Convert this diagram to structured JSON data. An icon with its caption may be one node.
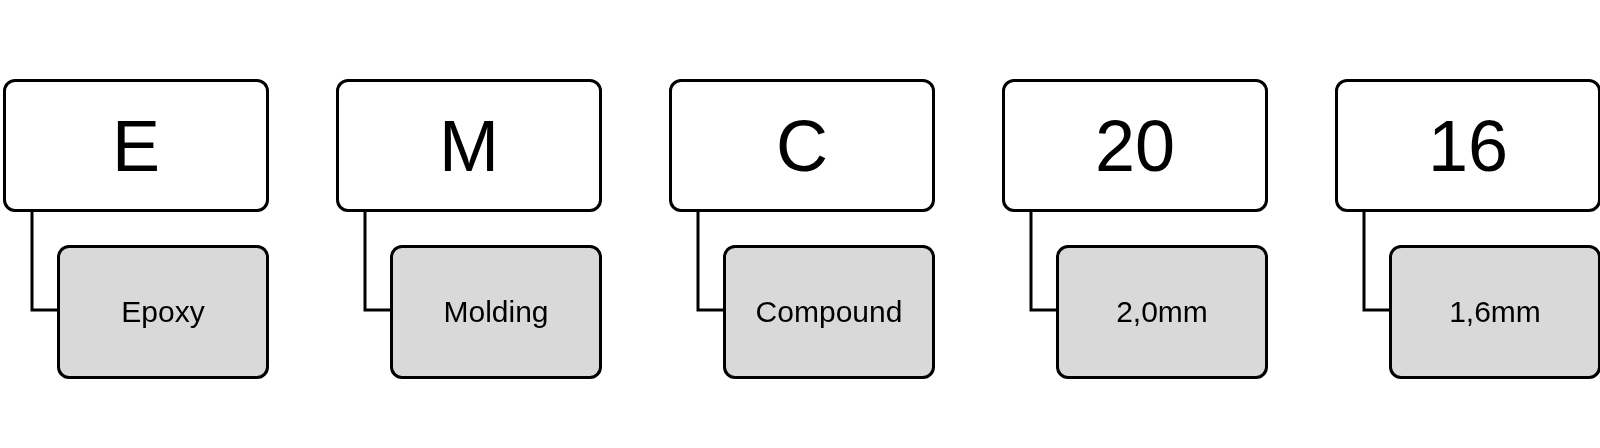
{
  "diagram": {
    "nodes": [
      {
        "text": [
          "E"
        ]
      },
      {
        "text": [
          "Epoxy"
        ]
      },
      {
        "text": [
          "M"
        ]
      },
      {
        "text": [
          "Molding"
        ]
      },
      {
        "text": [
          "C"
        ]
      },
      {
        "text": [
          "Compound"
        ]
      },
      {
        "text": [
          "20"
        ]
      },
      {
        "text": [
          "2,0mm"
        ]
      },
      {
        "text": [
          "16"
        ]
      },
      {
        "text": [
          "1,6mm"
        ]
      }
    ],
    "edges": [
      {
        "from": 0,
        "to": 1,
        "arrow": "none"
      },
      {
        "from": 2,
        "to": 3,
        "arrow": "none"
      },
      {
        "from": 4,
        "to": 5,
        "arrow": "none"
      },
      {
        "from": 6,
        "to": 7,
        "arrow": "none"
      },
      {
        "from": 8,
        "to": 9,
        "arrow": "none"
      }
    ]
  }
}
